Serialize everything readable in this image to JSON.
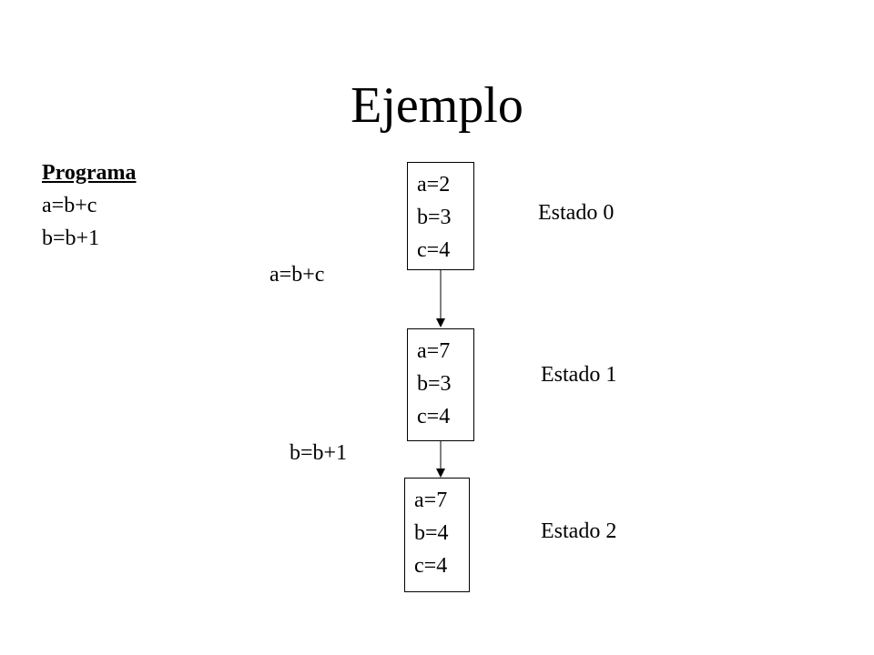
{
  "title": "Ejemplo",
  "program": {
    "heading": "Programa",
    "lines": [
      "a=b+c",
      "b=b+1"
    ]
  },
  "states": [
    {
      "label": "Estado 0",
      "values": [
        "a=2",
        "b=3",
        "c=4"
      ]
    },
    {
      "label": "Estado 1",
      "values": [
        "a=7",
        "b=3",
        "c=4"
      ]
    },
    {
      "label": "Estado 2",
      "values": [
        "a=7",
        "b=4",
        "c=4"
      ]
    }
  ],
  "transitions": [
    "a=b+c",
    "b=b+1"
  ],
  "colors": {
    "foreground": "#000000",
    "background": "#ffffff"
  }
}
